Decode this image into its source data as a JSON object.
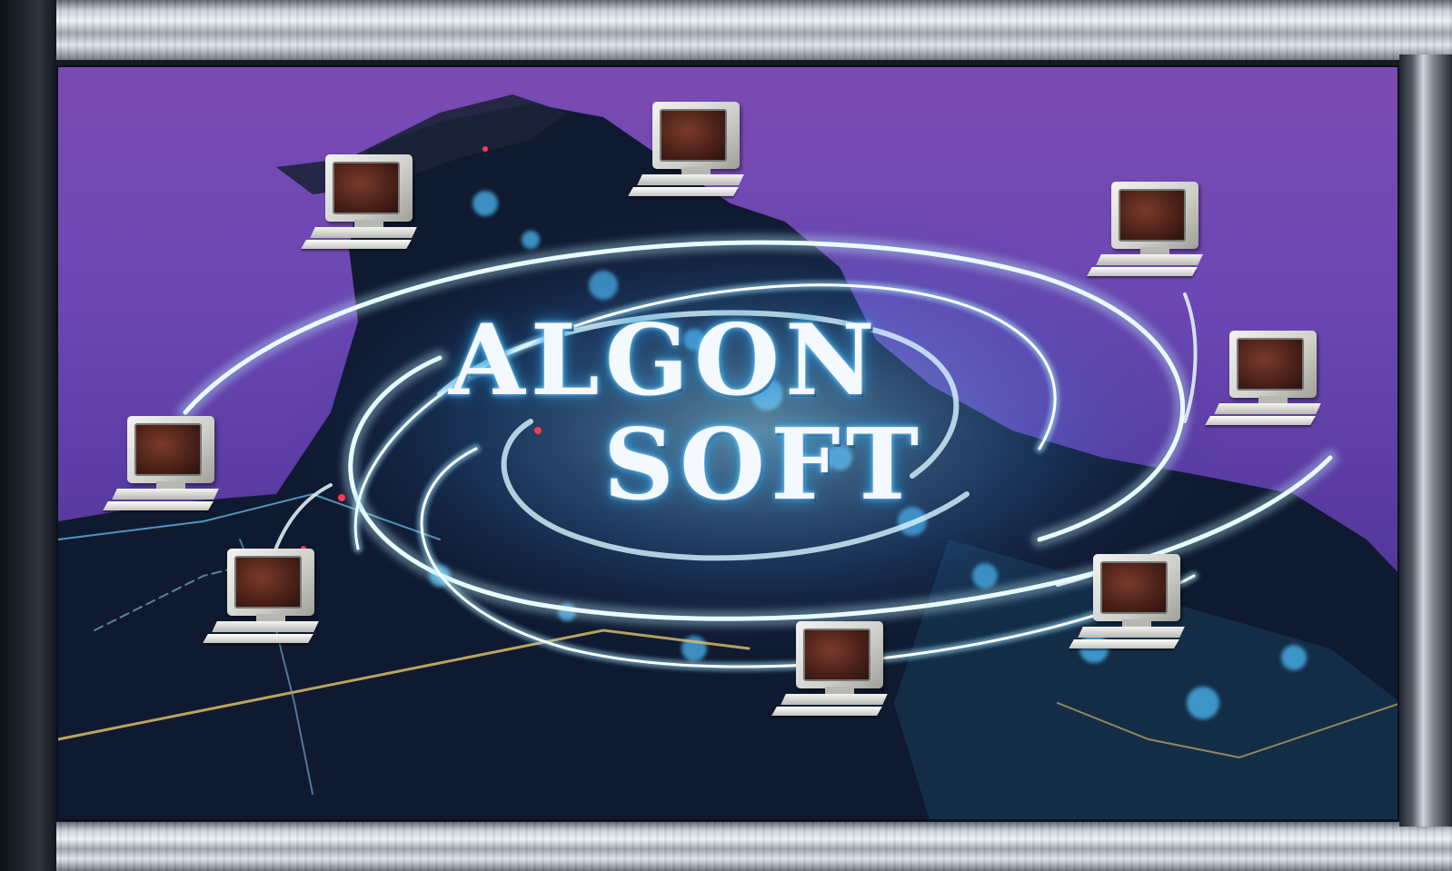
{
  "logo": {
    "line1": "ALGON",
    "line2": "SOFT"
  },
  "computers": [
    {
      "id": "pc-1"
    },
    {
      "id": "pc-2"
    },
    {
      "id": "pc-3"
    },
    {
      "id": "pc-4"
    },
    {
      "id": "pc-5"
    },
    {
      "id": "pc-6"
    },
    {
      "id": "pc-7"
    },
    {
      "id": "pc-8"
    },
    {
      "id": "pc-9"
    }
  ],
  "colors": {
    "sky_top": "#7a4ab2",
    "sky_bottom": "#3c2c78",
    "swirl": "#7fd4ff",
    "land": "#101a2c",
    "road": "#e7c56a"
  }
}
